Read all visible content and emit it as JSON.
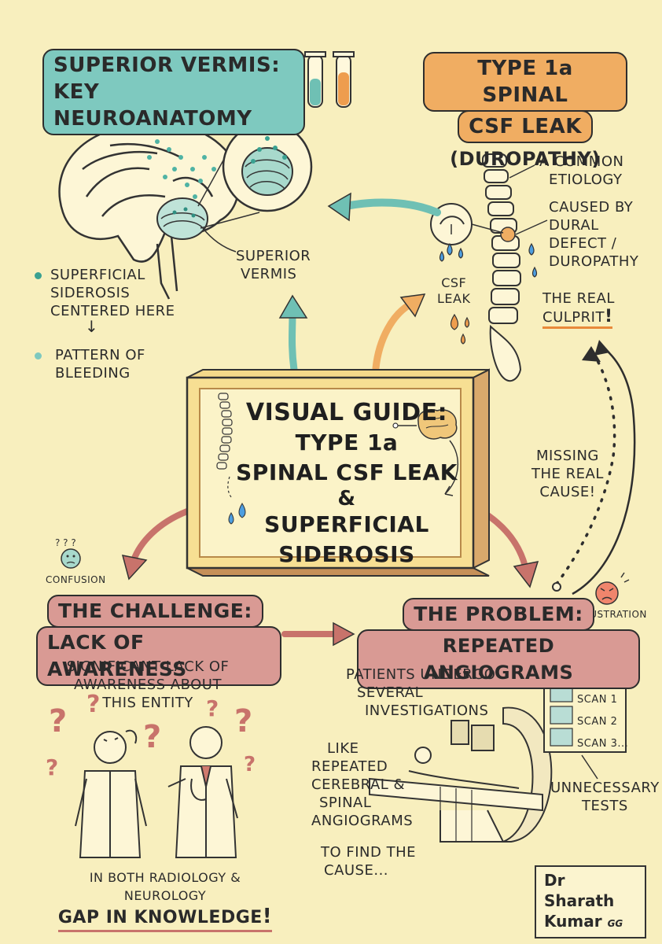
{
  "top_left_title": {
    "line1": "SUPERIOR VERMIS:",
    "line2": "KEY NEUROANATOMY"
  },
  "top_right_title": {
    "line1": "TYPE 1a SPINAL",
    "line2": "CSF LEAK",
    "subtitle": "(DUROPATHY)"
  },
  "brain_section": {
    "vermis_label_1": "SUPERIOR",
    "vermis_label_2": "VERMIS",
    "bullet1_l1": "SUPERFICIAL",
    "bullet1_l2": "SIDEROSIS",
    "bullet1_l3": "CENTERED HERE",
    "arrow_down": "↓",
    "bullet2_l1": "PATTERN OF",
    "bullet2_l2": "BLEEDING"
  },
  "spine_section": {
    "etiology_l1": "A COMMON",
    "etiology_l2": "ETIOLOGY",
    "caused_l1": "CAUSED BY",
    "caused_l2": "DURAL",
    "caused_l3": "DEFECT /",
    "caused_l4": "DUROPATHY",
    "culprit_l1": "THE REAL",
    "culprit_l2": "CULPRIT",
    "culprit_bang": "!",
    "csf_l1": "CSF",
    "csf_l2": "LEAK"
  },
  "center_box": {
    "line1": "VISUAL GUIDE:",
    "line2": "TYPE 1a",
    "line3": "SPINAL CSF LEAK",
    "line4": "&",
    "line5": "SUPERFICIAL",
    "line6": "SIDEROSIS"
  },
  "missing": {
    "l1": "MISSING",
    "l2": "THE REAL",
    "l3": "CAUSE!"
  },
  "confusion_label": "CONFUSION",
  "frustration_label": "FRUSTRATION",
  "challenge": {
    "title_l1": "THE CHALLENGE:",
    "title_l2": "LACK OF AWARENESS",
    "desc_l1": "SIGNIFICANT LACK OF",
    "desc_l2": "AWARENESS ABOUT",
    "desc_l3": "THIS ENTITY",
    "foot_l1": "IN BOTH RADIOLOGY & NEUROLOGY",
    "foot_l2": "GAP IN KNOWLEDGE",
    "foot_bang": "!"
  },
  "problem": {
    "title_l1": "THE PROBLEM:",
    "title_l2": "REPEATED ANGIOGRAMS",
    "desc_l1": "PATIENTS UNDERGO",
    "desc_l2": "SEVERAL",
    "desc_l3": "INVESTIGATIONS",
    "like_l1": "LIKE",
    "like_l2": "REPEATED",
    "like_l3": "CEREBRAL &",
    "like_l4": "SPINAL",
    "like_l5": "ANGIOGRAMS",
    "find_l1": "TO FIND THE",
    "find_l2": "CAUSE...",
    "scans": [
      "SCAN 1",
      "SCAN 2",
      "SCAN 3..."
    ],
    "unnecessary_l1": "UNNECESSARY",
    "unnecessary_l2": "TESTS"
  },
  "signature": {
    "l1": "Dr Sharath",
    "l2": "Kumar",
    "initials": "GG"
  },
  "colors": {
    "background": "#f8efbe",
    "teal": "#7ec9bf",
    "orange": "#f0ad62",
    "rose": "#d99a94",
    "ink": "#2e2e2e"
  }
}
